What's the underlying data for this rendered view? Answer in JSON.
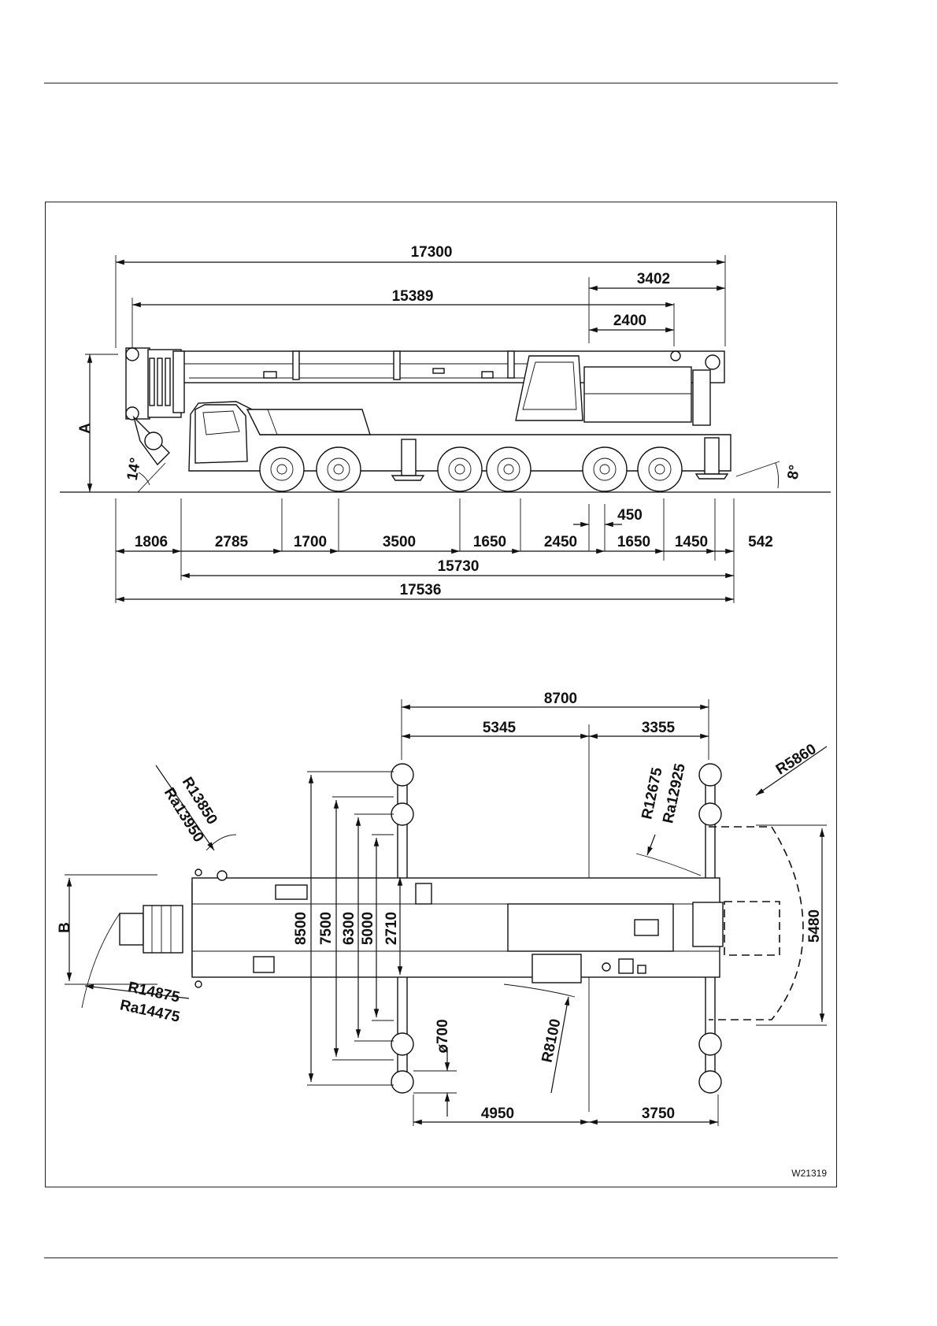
{
  "drawing_id": "W21319",
  "side_view": {
    "height_label": "A",
    "front_angle": "14°",
    "rear_angle": "8°",
    "top_dims": {
      "overall": "17300",
      "boom": "15389",
      "rear_a": "3402",
      "rear_b": "2400"
    },
    "bottom_dims": {
      "d1": "1806",
      "d2": "2785",
      "d3": "1700",
      "d4": "3500",
      "d5": "1650",
      "d6": "2450",
      "d7": "450",
      "d8": "1650",
      "d9": "1450",
      "d10": "542",
      "wheelbase_total": "15730",
      "overall_length": "17536"
    }
  },
  "top_view": {
    "width_label": "B",
    "outrigger_span": "8700",
    "front_span": "5345",
    "rear_span": "3355",
    "r_front_boom": "R13850",
    "ra_front_boom": "Ra13950",
    "r_front": "R14875",
    "ra_front": "Ra14475",
    "r_rear_inner": "R12675",
    "ra_rear_inner": "Ra12925",
    "r_counterweight": "R5860",
    "r_mid": "R8100",
    "widths": [
      "8500",
      "7500",
      "6300",
      "5000",
      "2710"
    ],
    "counterweight_width": "5480",
    "pad_diameter": "ø700",
    "bottom_left": "4950",
    "bottom_right": "3750"
  }
}
